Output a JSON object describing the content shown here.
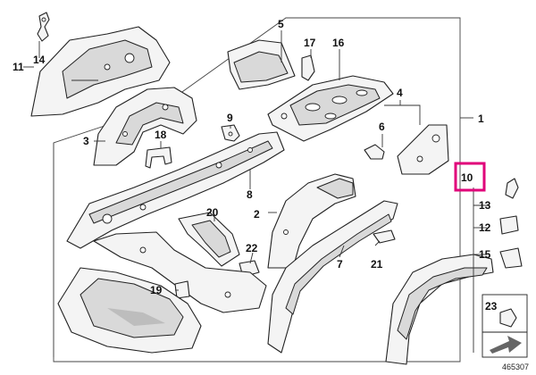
{
  "callouts": {
    "c1": "1",
    "c2": "2",
    "c3": "3",
    "c4": "4",
    "c5": "5",
    "c6": "6",
    "c7": "7",
    "c8": "8",
    "c9": "9",
    "c10": "10",
    "c11": "11",
    "c12": "12",
    "c13": "13",
    "c14": "14",
    "c15": "15",
    "c16": "16",
    "c17": "17",
    "c18": "18",
    "c19": "19",
    "c20": "20",
    "c21": "21",
    "c22": "22",
    "c23": "23"
  },
  "highlighted_callout": "10",
  "highlight_color": "#e0007a",
  "reference_number": "465307"
}
